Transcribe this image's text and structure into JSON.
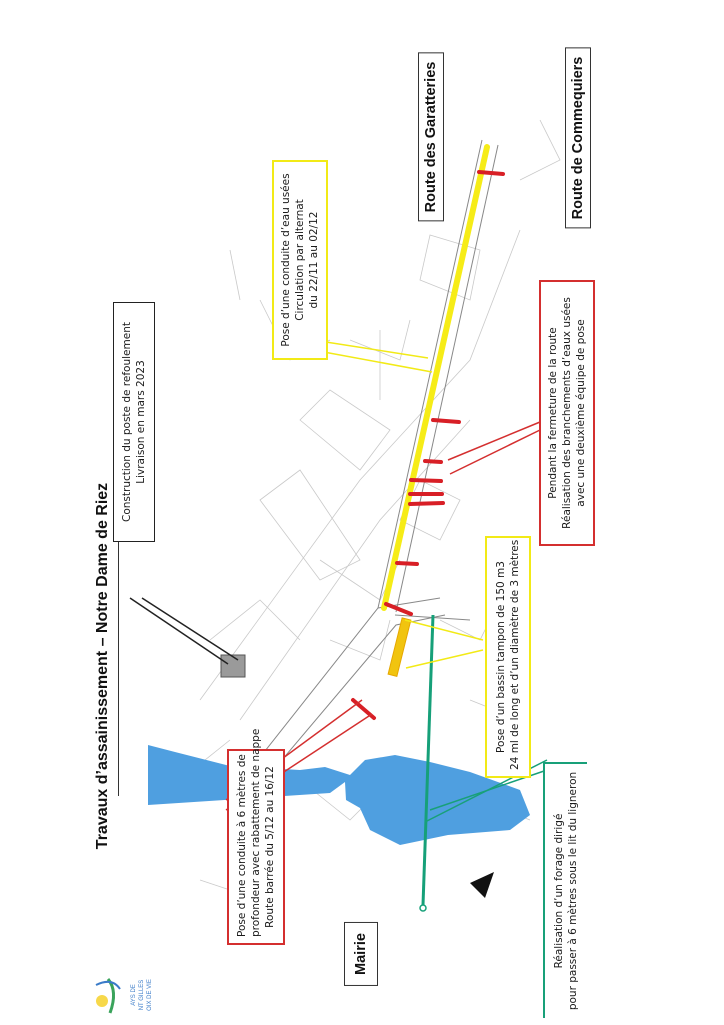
{
  "title": "Travaux d’assainissement – Notre Dame de Riez",
  "roads": {
    "garatteries": "Route des Garatteries",
    "commequiers": "Route de Commequiers",
    "mairie": "Mairie"
  },
  "annotations": {
    "refoulement": {
      "lines": [
        "Construction du poste de refoulement",
        "Livraison en mars 2023"
      ],
      "color": "#222222"
    },
    "conduite_eaux_usees": {
      "lines": [
        "Pose d’une conduite d’eau usées",
        "Circulation par alternat",
        "du 22/11 au 02/12"
      ],
      "color": "#f2ea16"
    },
    "fermeture_route": {
      "lines": [
        "Pendant la fermeture de la route",
        "Réalisation des branchements d’eaux usées",
        "avec une deuxième équipe de pose"
      ],
      "color": "#d42f2f"
    },
    "bassin_tampon": {
      "lines": [
        "Pose d’un bassin tampon de 150 m3",
        "24 ml de long et d’un diamètre de 3 mètres"
      ],
      "color": "#f2ea16"
    },
    "conduite_6m": {
      "lines": [
        "Pose d’une conduite à 6 mètres de",
        "profondeur avec rabattement de nappe",
        "Route barrée du 5/12 au 16/12"
      ],
      "color": "#d42f2f"
    },
    "forage": {
      "lines": [
        "Réalisation d’un forage dirigé",
        "pour passer à 6 mètres sous le lit du ligneron"
      ],
      "color": "#18a079"
    }
  },
  "logo": {
    "lines": [
      "AYS DE",
      "NT GILLES",
      "OIX DE VIE"
    ]
  },
  "colors": {
    "pipeline": "#f6ec17",
    "works_red": "#d81f26",
    "river": "#4f9fe0",
    "drilling": "#16a079"
  }
}
